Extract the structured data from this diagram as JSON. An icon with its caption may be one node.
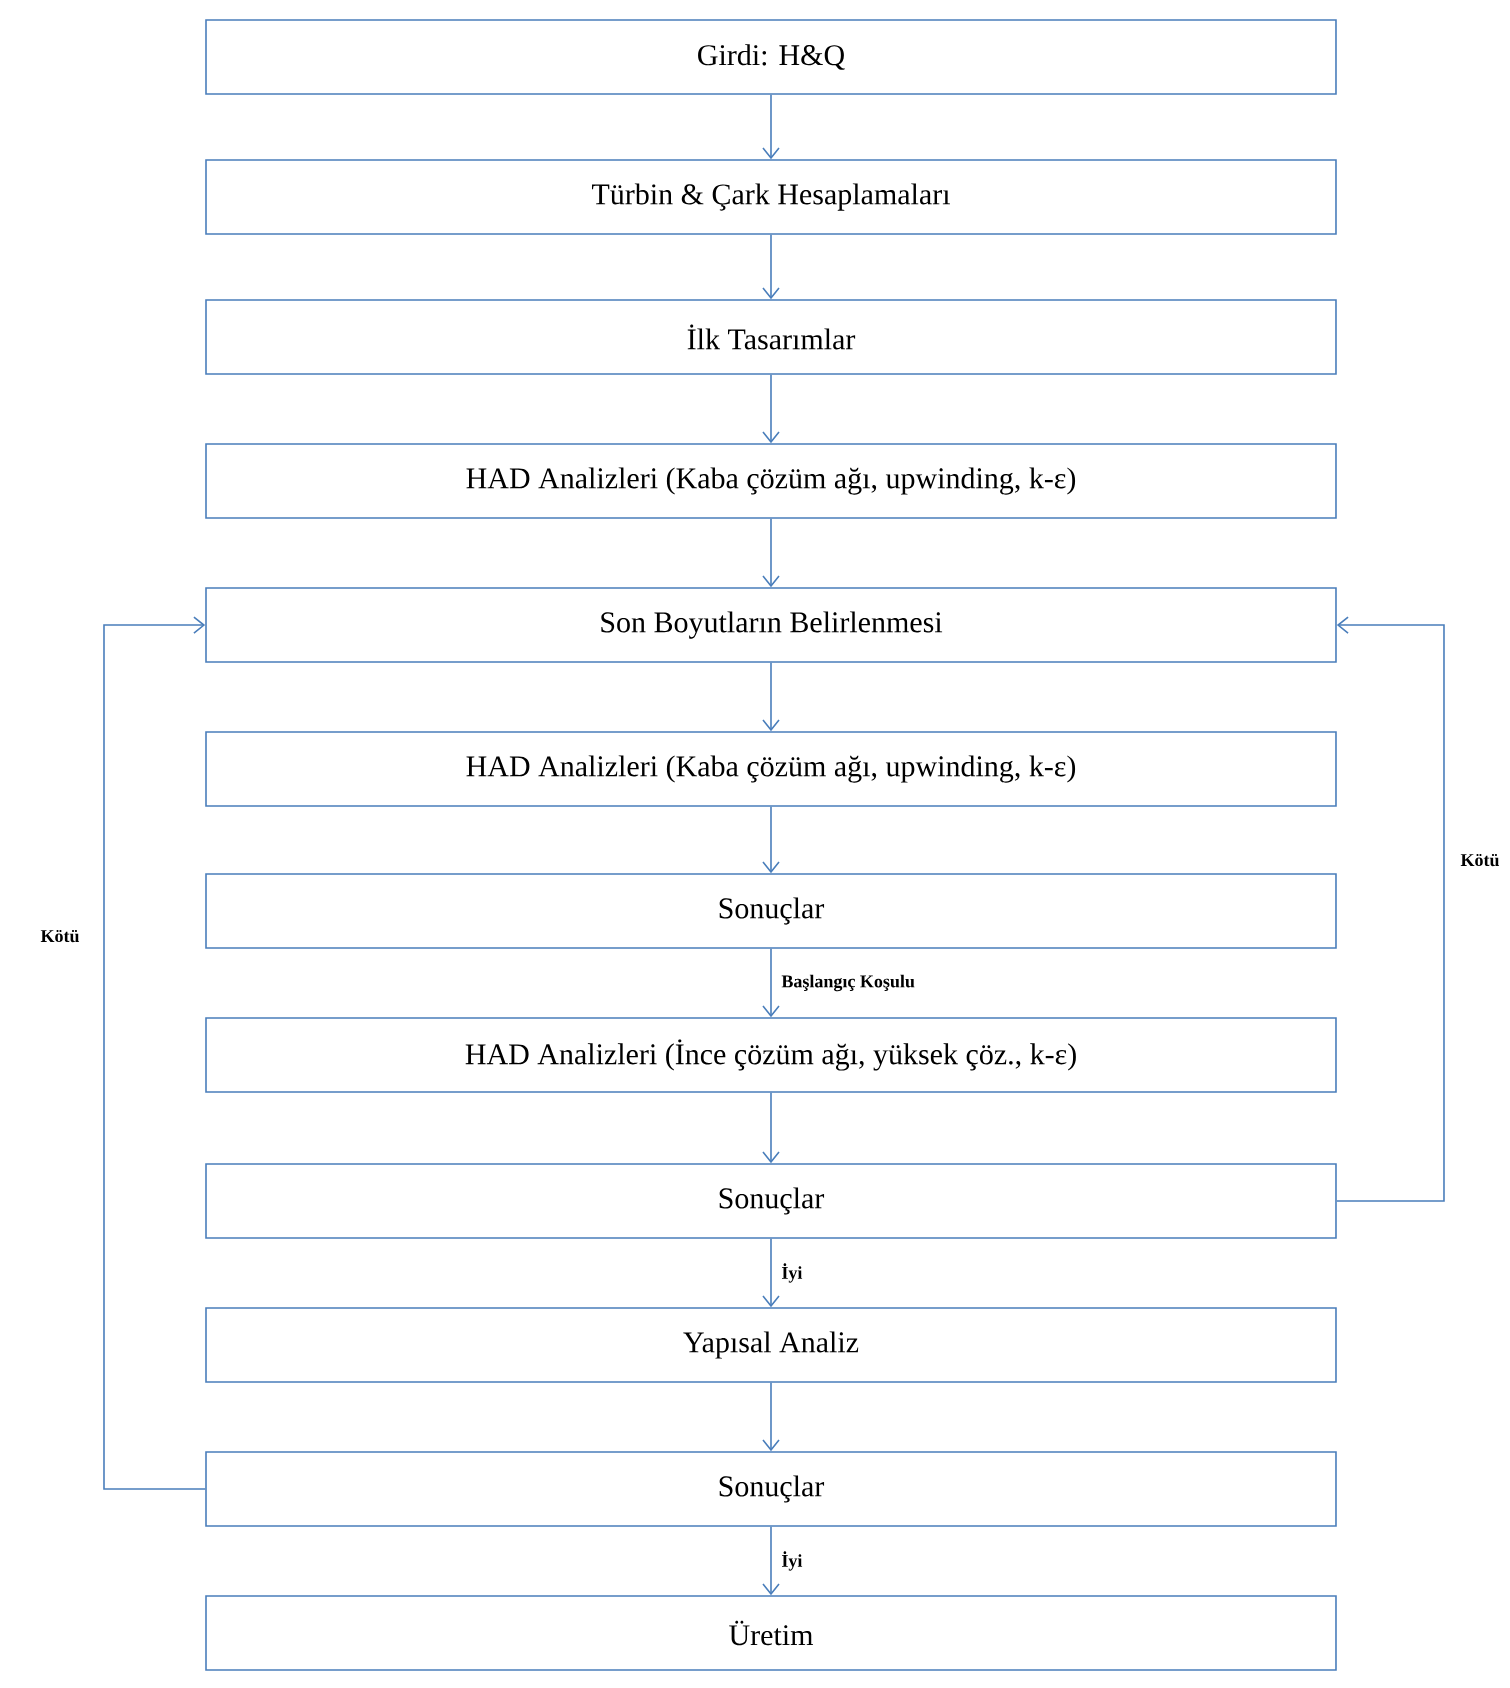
{
  "diagram": {
    "nodes": [
      {
        "text": [
          "Girdi: H&Q"
        ]
      },
      {
        "text": [
          "Türbin & Çark Hesaplamaları"
        ]
      },
      {
        "text": [
          "İlk Tasarımlar"
        ]
      },
      {
        "text": [
          "HAD Analizleri (Kaba çözüm ağı, upwinding, k-ε)"
        ]
      },
      {
        "text": [
          "Son Boyutların Belirlenmesi"
        ]
      },
      {
        "text": [
          "HAD Analizleri (Kaba çözüm ağı, upwinding, k-ε)"
        ]
      },
      {
        "text": [
          "Sonuçlar"
        ]
      },
      {
        "text": [
          "HAD Analizleri (İnce çözüm ağı, yüksek çöz., k-ε)"
        ]
      },
      {
        "text": [
          "Sonuçlar"
        ]
      },
      {
        "text": [
          "Yapısal Analiz"
        ]
      },
      {
        "text": [
          "Sonuçlar"
        ]
      },
      {
        "text": [
          "Üretim"
        ]
      }
    ],
    "edges": [
      {
        "from": 0,
        "to": 1,
        "arrow": "to"
      },
      {
        "from": 1,
        "to": 2,
        "arrow": "to"
      },
      {
        "from": 2,
        "to": 3,
        "arrow": "to"
      },
      {
        "from": 3,
        "to": 4,
        "arrow": "to"
      },
      {
        "from": 4,
        "to": 5,
        "arrow": "to"
      },
      {
        "from": 5,
        "to": 6,
        "arrow": "to"
      },
      {
        "from": 6,
        "to": 7,
        "arrow": "to",
        "label": "Başlangıç Koşulu"
      },
      {
        "from": 7,
        "to": 8,
        "arrow": "to"
      },
      {
        "from": 8,
        "to": 9,
        "arrow": "to",
        "label": "İyi"
      },
      {
        "from": 9,
        "to": 10,
        "arrow": "to"
      },
      {
        "from": 10,
        "to": 11,
        "arrow": "to",
        "label": "İyi"
      },
      {
        "from": 10,
        "to": 4,
        "arrow": "to",
        "label": "Kötü"
      },
      {
        "from": 8,
        "to": 4,
        "arrow": "to",
        "label": "Kötü"
      }
    ]
  }
}
